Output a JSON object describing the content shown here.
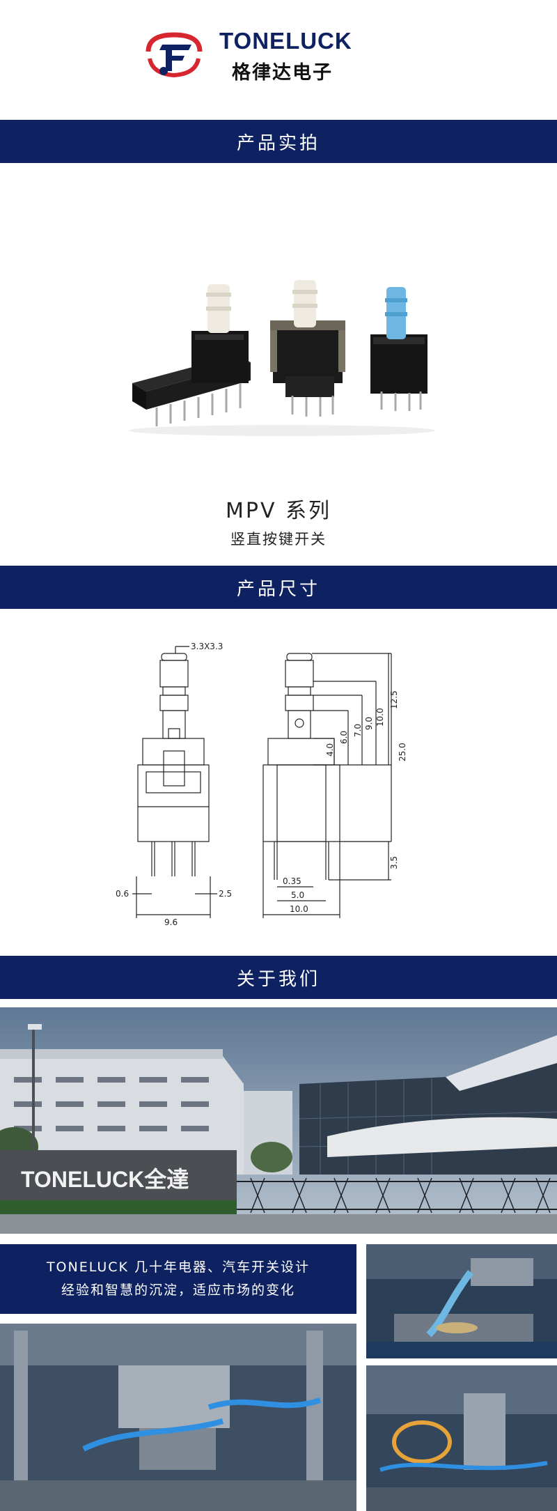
{
  "header": {
    "brand_en": "TONELUCK",
    "brand_cn": "格律达电子"
  },
  "sections": {
    "photos_title": "产品实拍",
    "size_title": "产品尺寸",
    "about_title": "关于我们"
  },
  "product": {
    "series": "MPV 系列",
    "subtitle": "竖直按键开关"
  },
  "drawing": {
    "top_label": "3.3X3.3",
    "left_dims": [
      "0.6",
      "2.5",
      "9.6"
    ],
    "right_dims": [
      "4.0",
      "6.0",
      "7.0",
      "9.0",
      "10.0",
      "12.5",
      "25.0",
      "3.5",
      "0.35",
      "5.0",
      "10.0"
    ]
  },
  "about": {
    "sign_text": "TONELUCK全達",
    "line1": "TONELUCK 几十年电器、汽车开关设计",
    "line2": "经验和智慧的沉淀，适应市场的变化"
  },
  "colors": {
    "brand_navy": "#0e2161",
    "logo_red": "#d7262f"
  },
  "icons": {
    "logo": "toneluck-logo-icon"
  }
}
